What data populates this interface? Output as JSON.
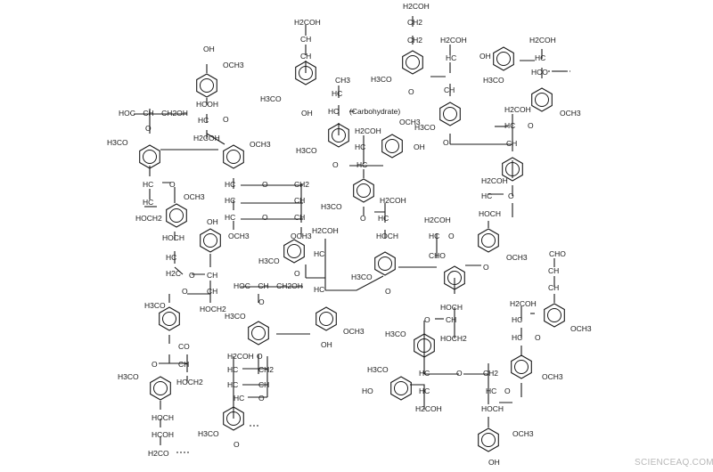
{
  "diagram": {
    "labels": [
      "H2COH",
      "HC",
      "OH",
      "OCH3",
      "O",
      "CH3",
      "C",
      "CH2",
      "CH",
      "CHO",
      "HOCH",
      "HOCH2",
      "H2C",
      "HOC",
      "HCOH",
      "HCO",
      "HOH",
      "H2CO",
      "(Carbohydrate)",
      "HOC—CH—CH2OH"
    ],
    "watermark": "SCIENCEAQ.COM"
  }
}
